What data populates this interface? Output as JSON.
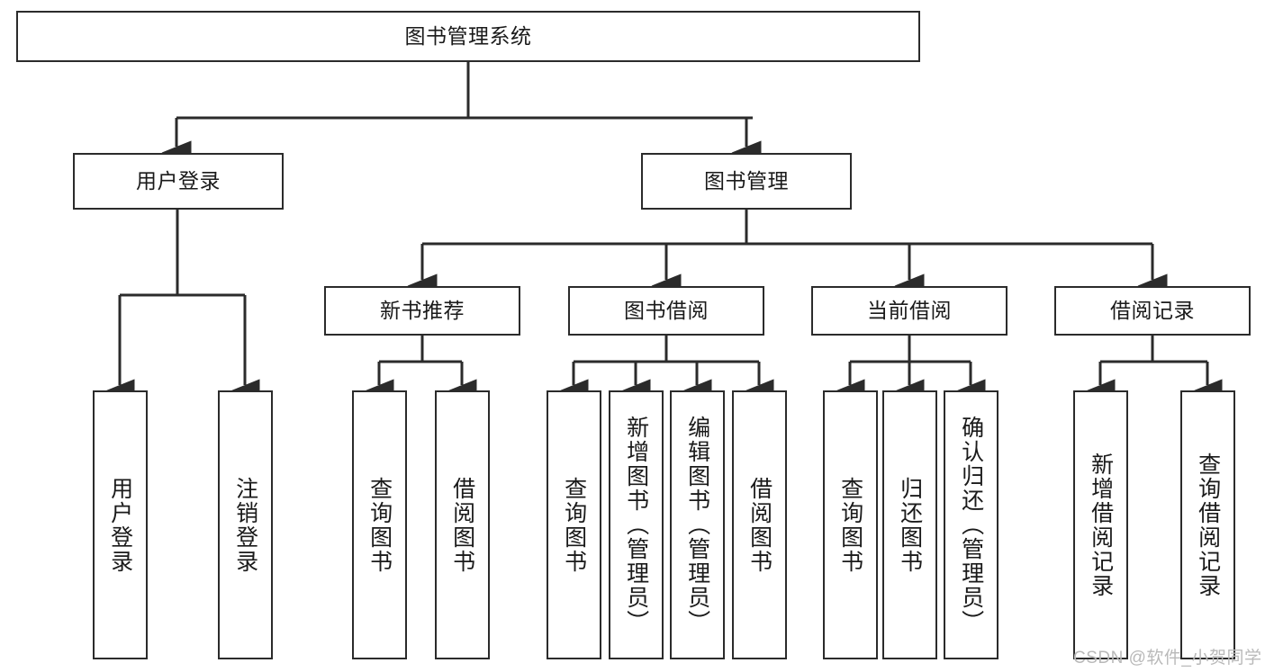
{
  "diagram": {
    "title": "图书管理系统",
    "type": "function-structure-tree",
    "watermark": "CSDN @软件_小贺同学",
    "colors": {
      "stroke": "#2b2b2b",
      "fill": "#ffffff",
      "text": "#1a1a1a",
      "watermark": "#b9b9b9"
    },
    "nodes": {
      "root": {
        "label": "图书管理系统"
      },
      "level1": [
        {
          "label": "用户登录"
        },
        {
          "label": "图书管理"
        }
      ],
      "level2": [
        {
          "label": "新书推荐"
        },
        {
          "label": "图书借阅"
        },
        {
          "label": "当前借阅"
        },
        {
          "label": "借阅记录"
        }
      ],
      "leaves": {
        "user_login": [
          {
            "label": "用户登录"
          },
          {
            "label": "注销登录"
          }
        ],
        "new_book_recommend": [
          {
            "label": "查询图书"
          },
          {
            "label": "借阅图书"
          }
        ],
        "book_borrow": [
          {
            "label": "查询图书"
          },
          {
            "label": "新增图书（管理员）"
          },
          {
            "label": "编辑图书（管理员）"
          },
          {
            "label": "借阅图书"
          }
        ],
        "current_borrow": [
          {
            "label": "查询图书"
          },
          {
            "label": "归还图书"
          },
          {
            "label": "确认归还（管理员）"
          }
        ],
        "borrow_record": [
          {
            "label": "新增借阅记录"
          },
          {
            "label": "查询借阅记录"
          }
        ]
      }
    }
  }
}
